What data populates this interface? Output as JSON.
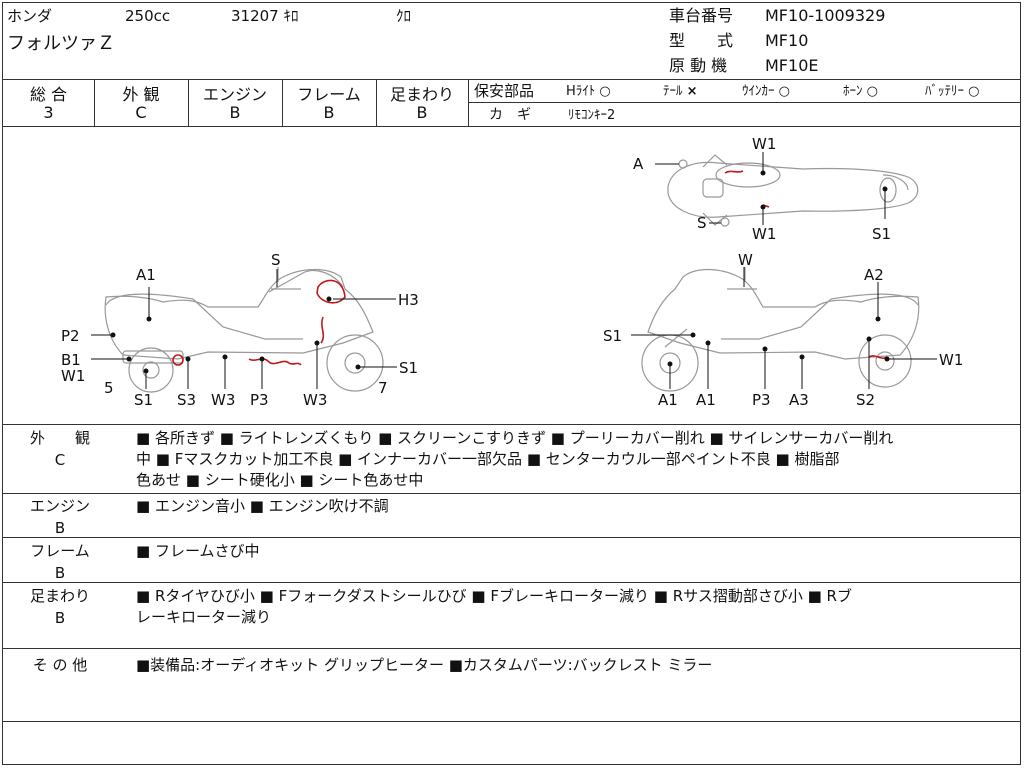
{
  "header": {
    "maker": "ホンダ",
    "displacement": "250cc",
    "mileage": "31207 ｷﾛ",
    "color": "ｸﾛ",
    "model_name": "フォルツァＺ",
    "frame_no_label": "車台番号",
    "frame_no": "MF10-1009329",
    "model_code_label": "型　　式",
    "model_code": "MF10",
    "engine_label": "原 動 機",
    "engine_code": "MF10E"
  },
  "grades": {
    "overall_label": "総 合",
    "overall": "3",
    "exterior_label": "外 観",
    "exterior": "C",
    "engine_label": "エンジン",
    "engine": "B",
    "frame_label": "フレーム",
    "frame": "B",
    "suspension_label": "足まわり",
    "suspension": "B"
  },
  "safety": {
    "label": "保安部品",
    "items": [
      {
        "name": "Hﾗｲﾄ",
        "mark": "○"
      },
      {
        "name": "ﾃｰﾙ",
        "mark": "×"
      },
      {
        "name": "ｳｲﾝｶｰ",
        "mark": "○"
      },
      {
        "name": "ﾎｰﾝ",
        "mark": "○"
      },
      {
        "name": "ﾊﾞｯﾃﾘｰ",
        "mark": "○"
      }
    ],
    "key_label": "カ　ギ",
    "key_value": "ﾘﾓｺﾝｷｰ2"
  },
  "diagram": {
    "top_labels": [
      "A",
      "W1",
      "S",
      "W1",
      "S1"
    ],
    "left_labels": [
      "S",
      "A1",
      "H3",
      "P2",
      "B1",
      "W1",
      "5",
      "S1",
      "S3",
      "W3",
      "P3",
      "W3",
      "S1",
      "7"
    ],
    "right_labels": [
      "W",
      "A2",
      "S1",
      "W1",
      "A1",
      "A1",
      "P3",
      "A3",
      "S2"
    ]
  },
  "remarks": [
    {
      "label": "外　　観",
      "grade": "C",
      "lines": [
        "■ 各所きず ■ ライトレンズくもり ■ スクリーンこすりきず ■ プーリーカバー削れ ■ サイレンサーカバー削れ",
        "中 ■ Fマスクカット加工不良 ■ インナーカバー一部欠品 ■ センターカウル一部ペイント不良 ■ 樹脂部",
        "色あせ ■ シート硬化小 ■ シート色あせ中"
      ]
    },
    {
      "label": "エンジン",
      "grade": "B",
      "lines": [
        "■ エンジン音小 ■ エンジン吹け不調"
      ]
    },
    {
      "label": "フレーム",
      "grade": "B",
      "lines": [
        "■ フレームさび中"
      ]
    },
    {
      "label": "足まわり",
      "grade": "B",
      "lines": [
        "■ Rタイヤひび小 ■ Fフォークダストシールひび ■ Fブレーキローター減り ■ Rサス摺動部さび小 ■ Rブ",
        "レーキローター減り"
      ]
    },
    {
      "label": "そ の 他",
      "grade": "",
      "lines": [
        "■装備品:オーディオキット グリップヒーター ■カスタムパーツ:バックレスト ミラー"
      ]
    }
  ]
}
